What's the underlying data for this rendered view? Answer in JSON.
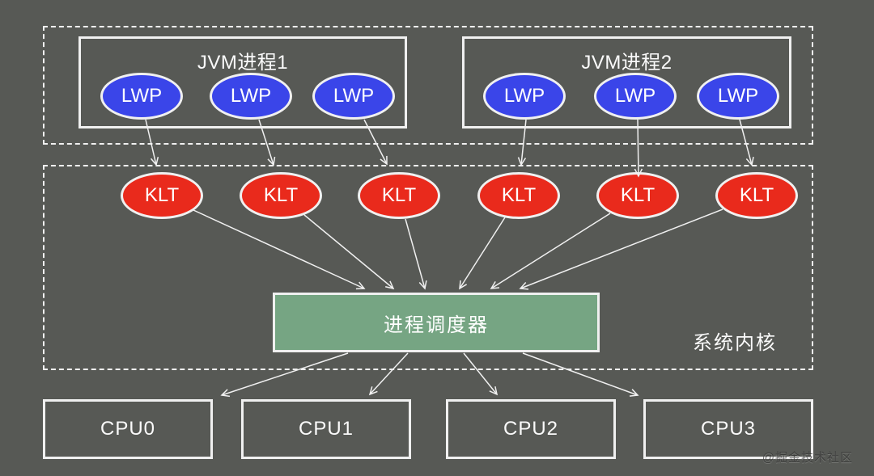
{
  "colors": {
    "background": "#575955",
    "stroke": "#f0f0f0",
    "text": "#fafafa",
    "lwp_fill": "#3a45e9",
    "klt_fill": "#e92a1c",
    "scheduler_fill": "#76a583"
  },
  "diagram": {
    "jvm_groups": [
      {
        "title": "JVM进程1",
        "threads": [
          "LWP",
          "LWP",
          "LWP"
        ]
      },
      {
        "title": "JVM进程2",
        "threads": [
          "LWP",
          "LWP",
          "LWP"
        ]
      }
    ],
    "kernel": {
      "label": "系统内核",
      "klt_nodes": [
        "KLT",
        "KLT",
        "KLT",
        "KLT",
        "KLT",
        "KLT"
      ],
      "scheduler": "进程调度器"
    },
    "cpus": [
      "CPU0",
      "CPU1",
      "CPU2",
      "CPU3"
    ],
    "watermark": "@掘金技术社区"
  }
}
